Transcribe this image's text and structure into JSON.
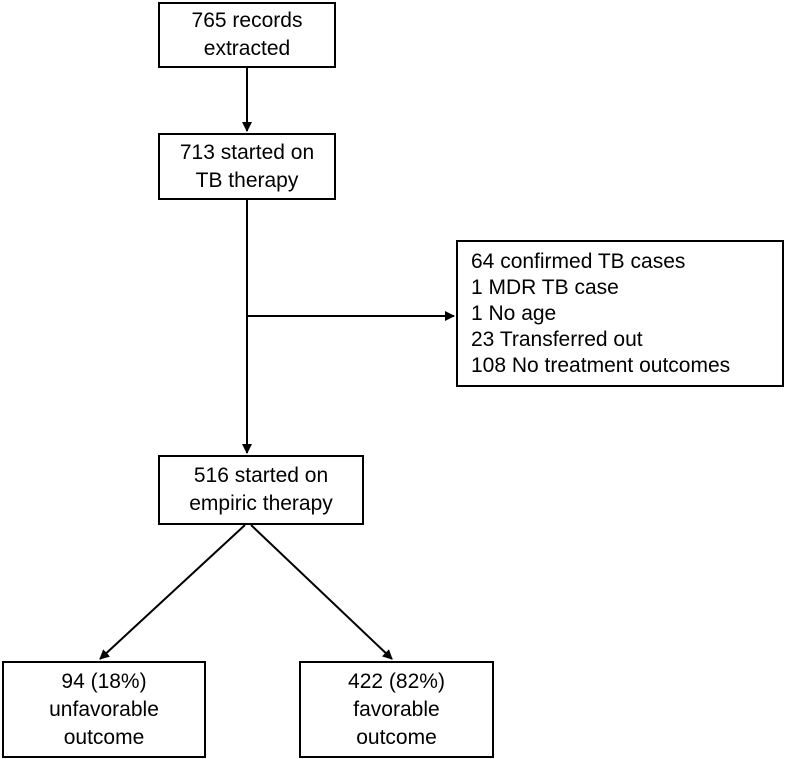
{
  "nodes": {
    "records": {
      "lines": [
        "765 records",
        "extracted"
      ]
    },
    "tb_therapy": {
      "lines": [
        "713 started on",
        "TB therapy"
      ]
    },
    "excluded": {
      "lines": [
        "64 confirmed TB cases",
        "1 MDR TB case",
        "1 No age",
        "23 Transferred out",
        "108 No treatment outcomes"
      ]
    },
    "empiric": {
      "lines": [
        "516 started on",
        "empiric therapy"
      ]
    },
    "unfavorable": {
      "lines": [
        "94 (18%)",
        "unfavorable",
        "outcome"
      ]
    },
    "favorable": {
      "lines": [
        "422 (82%)",
        "favorable",
        "outcome"
      ]
    }
  },
  "edges": [
    {
      "from": "records",
      "to": "tb_therapy"
    },
    {
      "from": "tb_therapy",
      "to": "empiric"
    },
    {
      "from": "tb_therapy",
      "to": "excluded"
    },
    {
      "from": "empiric",
      "to": "unfavorable"
    },
    {
      "from": "empiric",
      "to": "favorable"
    }
  ]
}
